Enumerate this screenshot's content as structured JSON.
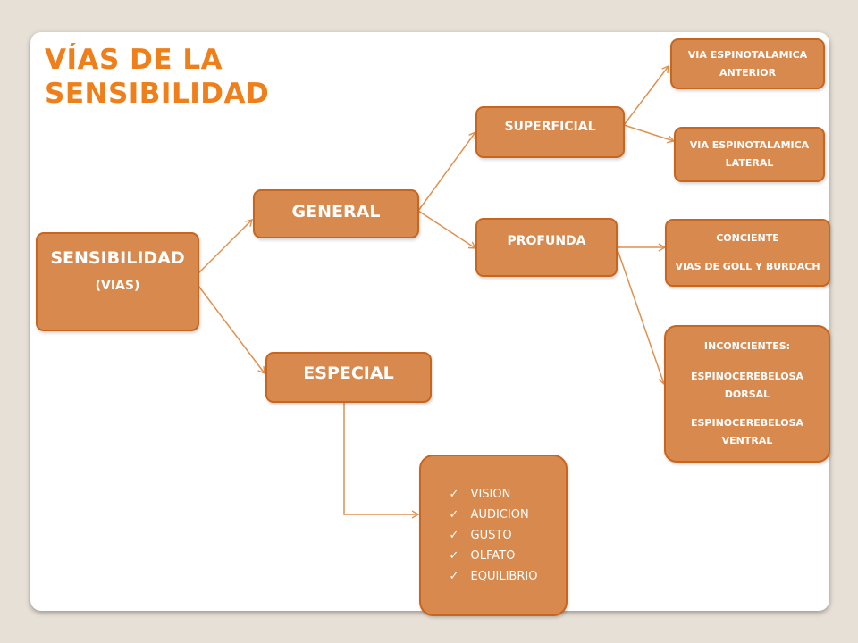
{
  "title": {
    "line1": "VÍAS DE LA",
    "line2": "SENSIBILIDAD"
  },
  "colors": {
    "title": "#ef7f1a",
    "box_fill": "#d8894e",
    "box_border": "#c8651f",
    "connector": "#e0904f"
  },
  "root": {
    "label": "SENSIBILIDAD",
    "sub": "(VIAS)"
  },
  "general": {
    "label": "GENERAL"
  },
  "especial": {
    "label": "ESPECIAL"
  },
  "superficial": {
    "label": "SUPERFICIAL"
  },
  "profunda": {
    "label": "PROFUNDA"
  },
  "via_anterior": {
    "line1": "VIA ESPINOTALAMICA",
    "line2": "ANTERIOR"
  },
  "via_lateral": {
    "line1": "VIA ESPINOTALAMICA",
    "line2": "LATERAL"
  },
  "conciente": {
    "line1": "CONCIENTE",
    "line2": "VIAS DE GOLL Y BURDACH"
  },
  "inconcientes": {
    "heading": "INCONCIENTES:",
    "item1_line1": "ESPINOCEREBELOSA",
    "item1_line2": "DORSAL",
    "item2_line1": "ESPINOCEREBELOSA",
    "item2_line2": "VENTRAL"
  },
  "senses": {
    "check_icon": "check-icon",
    "items": [
      "VISION",
      "AUDICION",
      "GUSTO",
      "OLFATO",
      "EQUILIBRIO"
    ]
  }
}
